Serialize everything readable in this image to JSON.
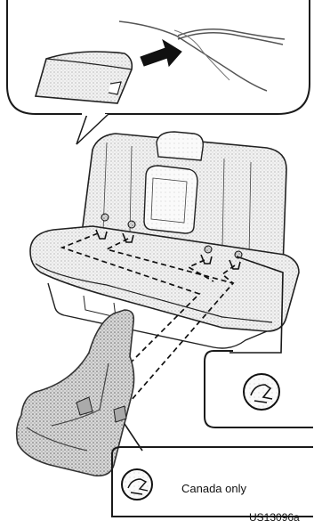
{
  "callout_label": "Canada only",
  "figure_code": "US13096a",
  "icon_names": [
    "anchor-symbol-icon",
    "anchor-symbol-icon-small"
  ]
}
